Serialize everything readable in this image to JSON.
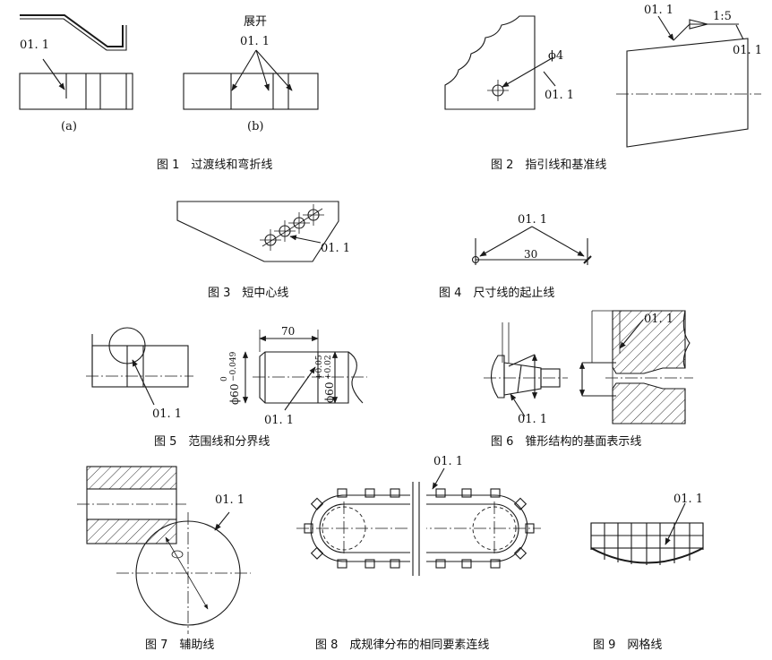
{
  "callout": "01. 1",
  "figures": {
    "fig1": {
      "caption": "图 1　过渡线和弯折线",
      "label_a": "(a)",
      "label_b": "(b)",
      "unfold": "展开"
    },
    "fig2": {
      "caption": "图 2　指引线和基准线",
      "diameter": "ϕ4",
      "taper": "1:5"
    },
    "fig3": {
      "caption": "图 3　短中心线"
    },
    "fig4": {
      "caption": "图 4　尺寸线的起止线",
      "dimension": "30"
    },
    "fig5": {
      "caption": "图 5　范围线和分界线",
      "length": "70",
      "dia_left": "ϕ60",
      "tol_left_upper": "0",
      "tol_left_lower": "−0.049",
      "dia_right": "ϕ60",
      "tol_right_upper": "+0.05",
      "tol_right_lower": "+0.02"
    },
    "fig6": {
      "caption": "图 6　锥形结构的基面表示线"
    },
    "fig7": {
      "caption": "图 7　辅助线"
    },
    "fig8": {
      "caption": "图 8　成规律分布的相同要素连线"
    },
    "fig9": {
      "caption": "图 9　网格线"
    }
  }
}
